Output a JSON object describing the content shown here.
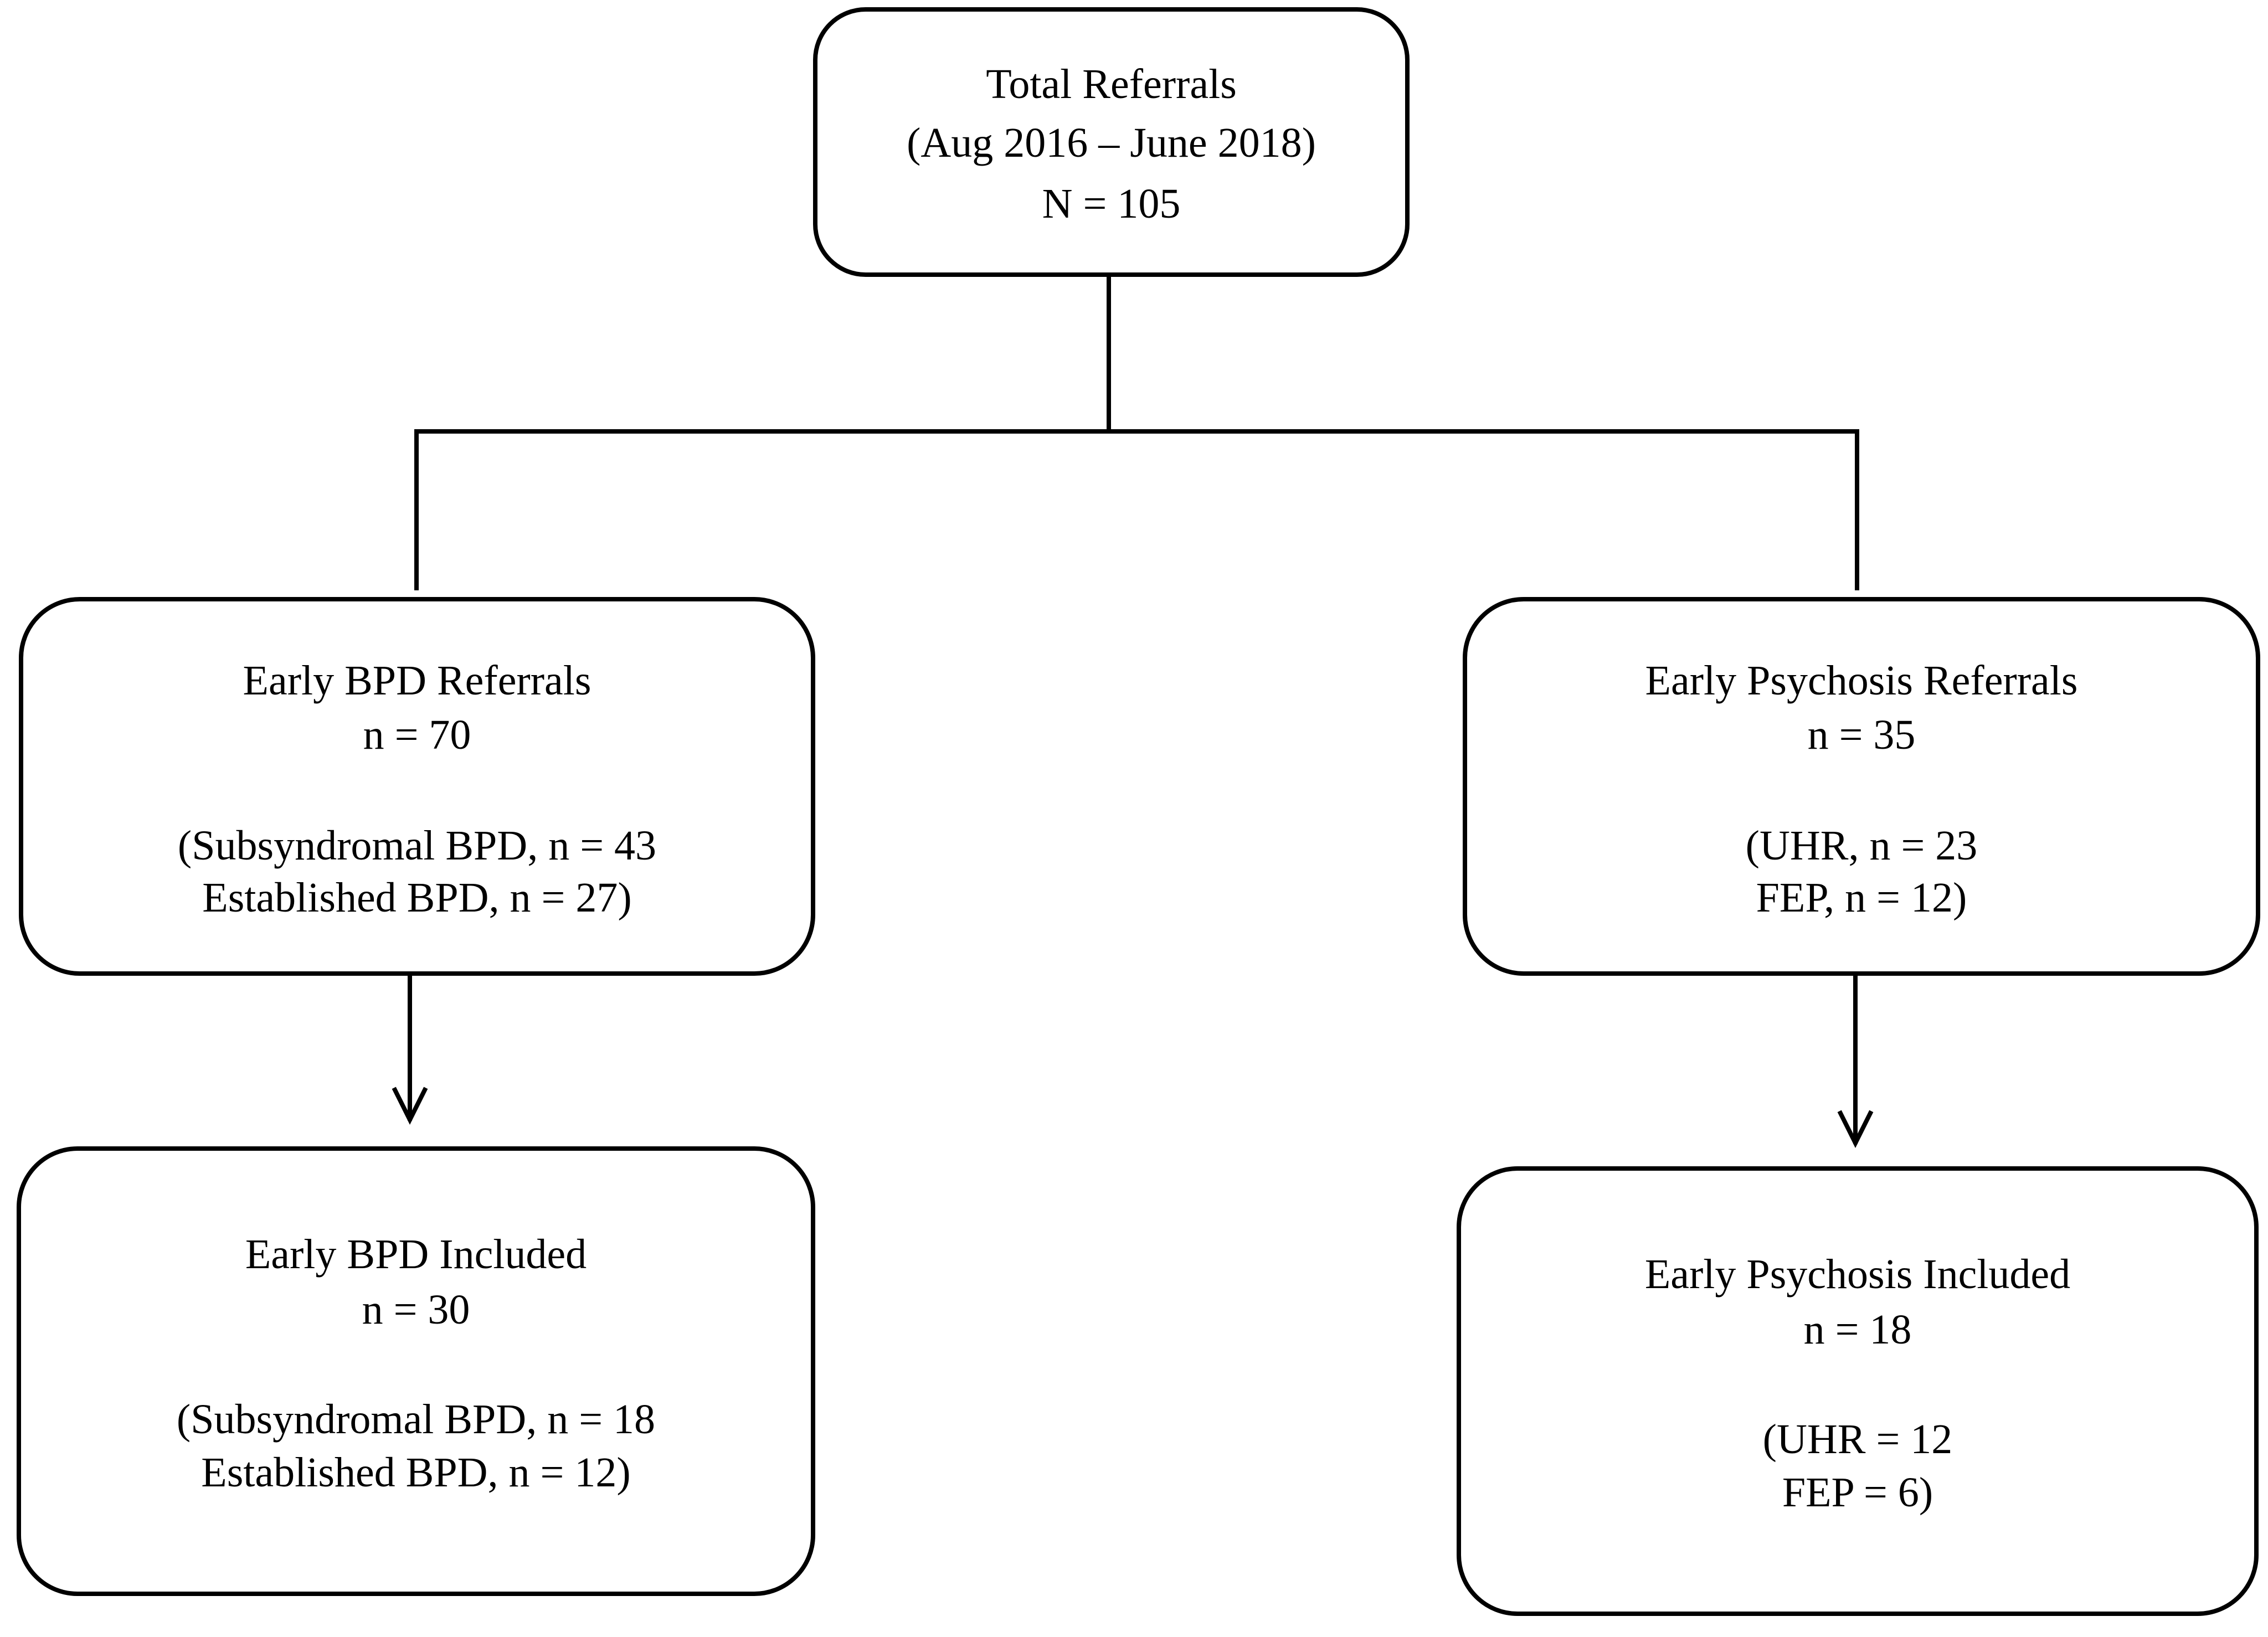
{
  "nodes": {
    "total": {
      "title": "Total Referrals",
      "period": "(Aug 2016 – June 2018)",
      "count": "N = 105"
    },
    "bpd_referrals": {
      "title": "Early  BPD Referrals",
      "count": "n = 70",
      "detail_1": "(Subsyndromal BPD, n = 43",
      "detail_2": "Established BPD, n = 27)"
    },
    "psychosis_referrals": {
      "title": "Early  Psychosis Referrals",
      "count": "n = 35",
      "detail_1": "(UHR, n = 23",
      "detail_2": "FEP, n = 12)"
    },
    "bpd_included": {
      "title": "Early  BPD Included",
      "count": "n = 30",
      "detail_1": "(Subsyndromal BPD, n = 18",
      "detail_2": "Established BPD, n = 12)"
    },
    "psychosis_included": {
      "title": "Early  Psychosis Included",
      "count": "n = 18",
      "detail_1": "(UHR = 12",
      "detail_2": "FEP = 6)"
    }
  },
  "edges": [
    {
      "from": "total",
      "to": "bpd_referrals",
      "style": "line"
    },
    {
      "from": "total",
      "to": "psychosis_referrals",
      "style": "line"
    },
    {
      "from": "bpd_referrals",
      "to": "bpd_included",
      "style": "arrow"
    },
    {
      "from": "psychosis_referrals",
      "to": "psychosis_included",
      "style": "arrow"
    }
  ]
}
